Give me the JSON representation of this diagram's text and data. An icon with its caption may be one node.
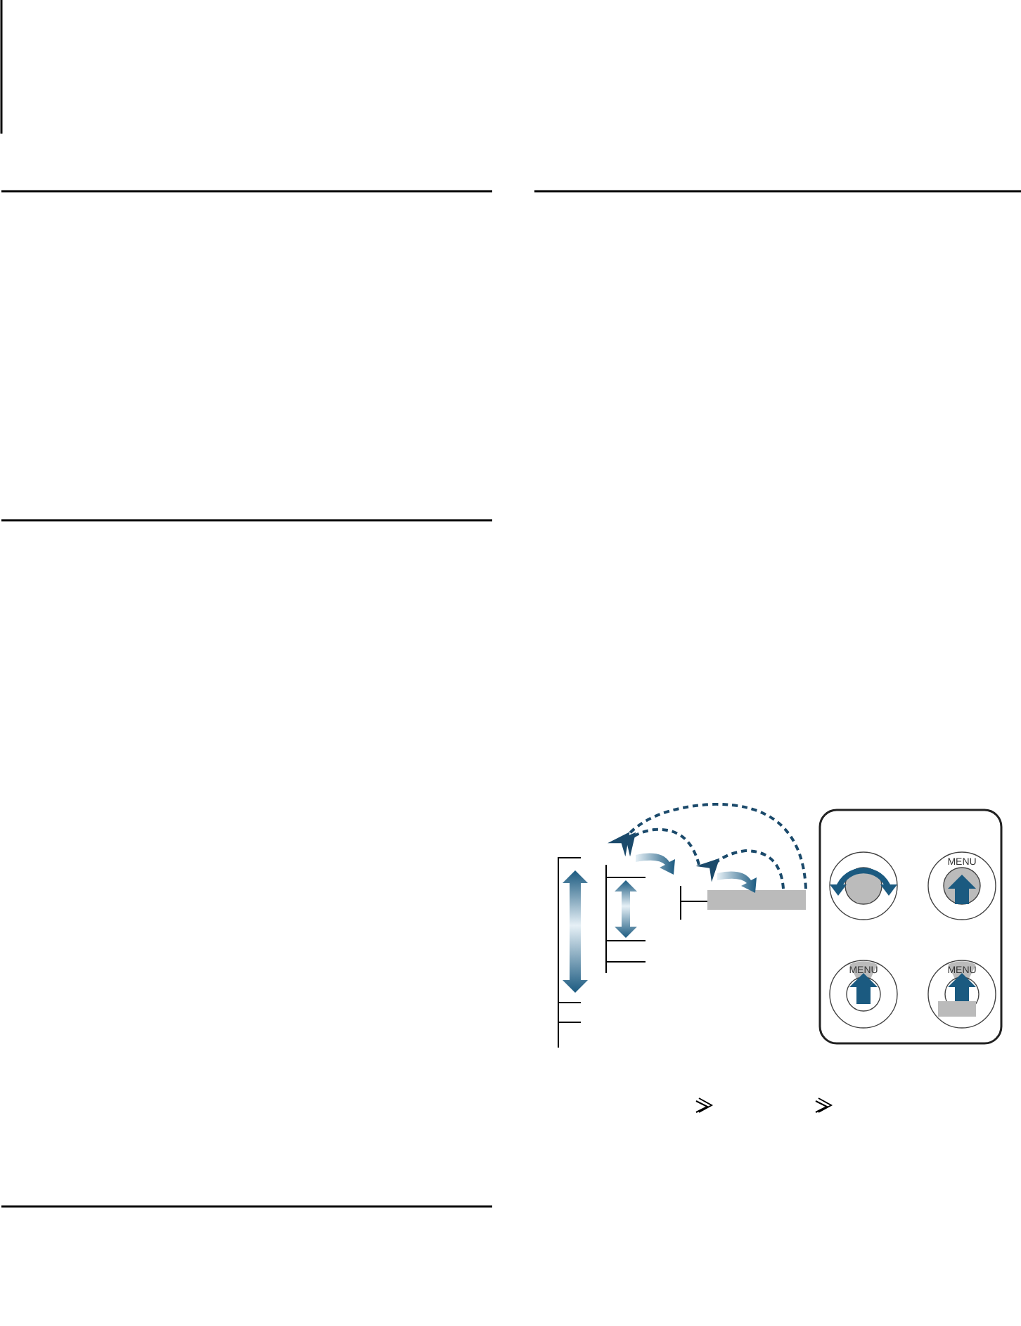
{
  "diagram": {
    "labels": [
      "MENU",
      "MENU",
      "MENU"
    ]
  }
}
